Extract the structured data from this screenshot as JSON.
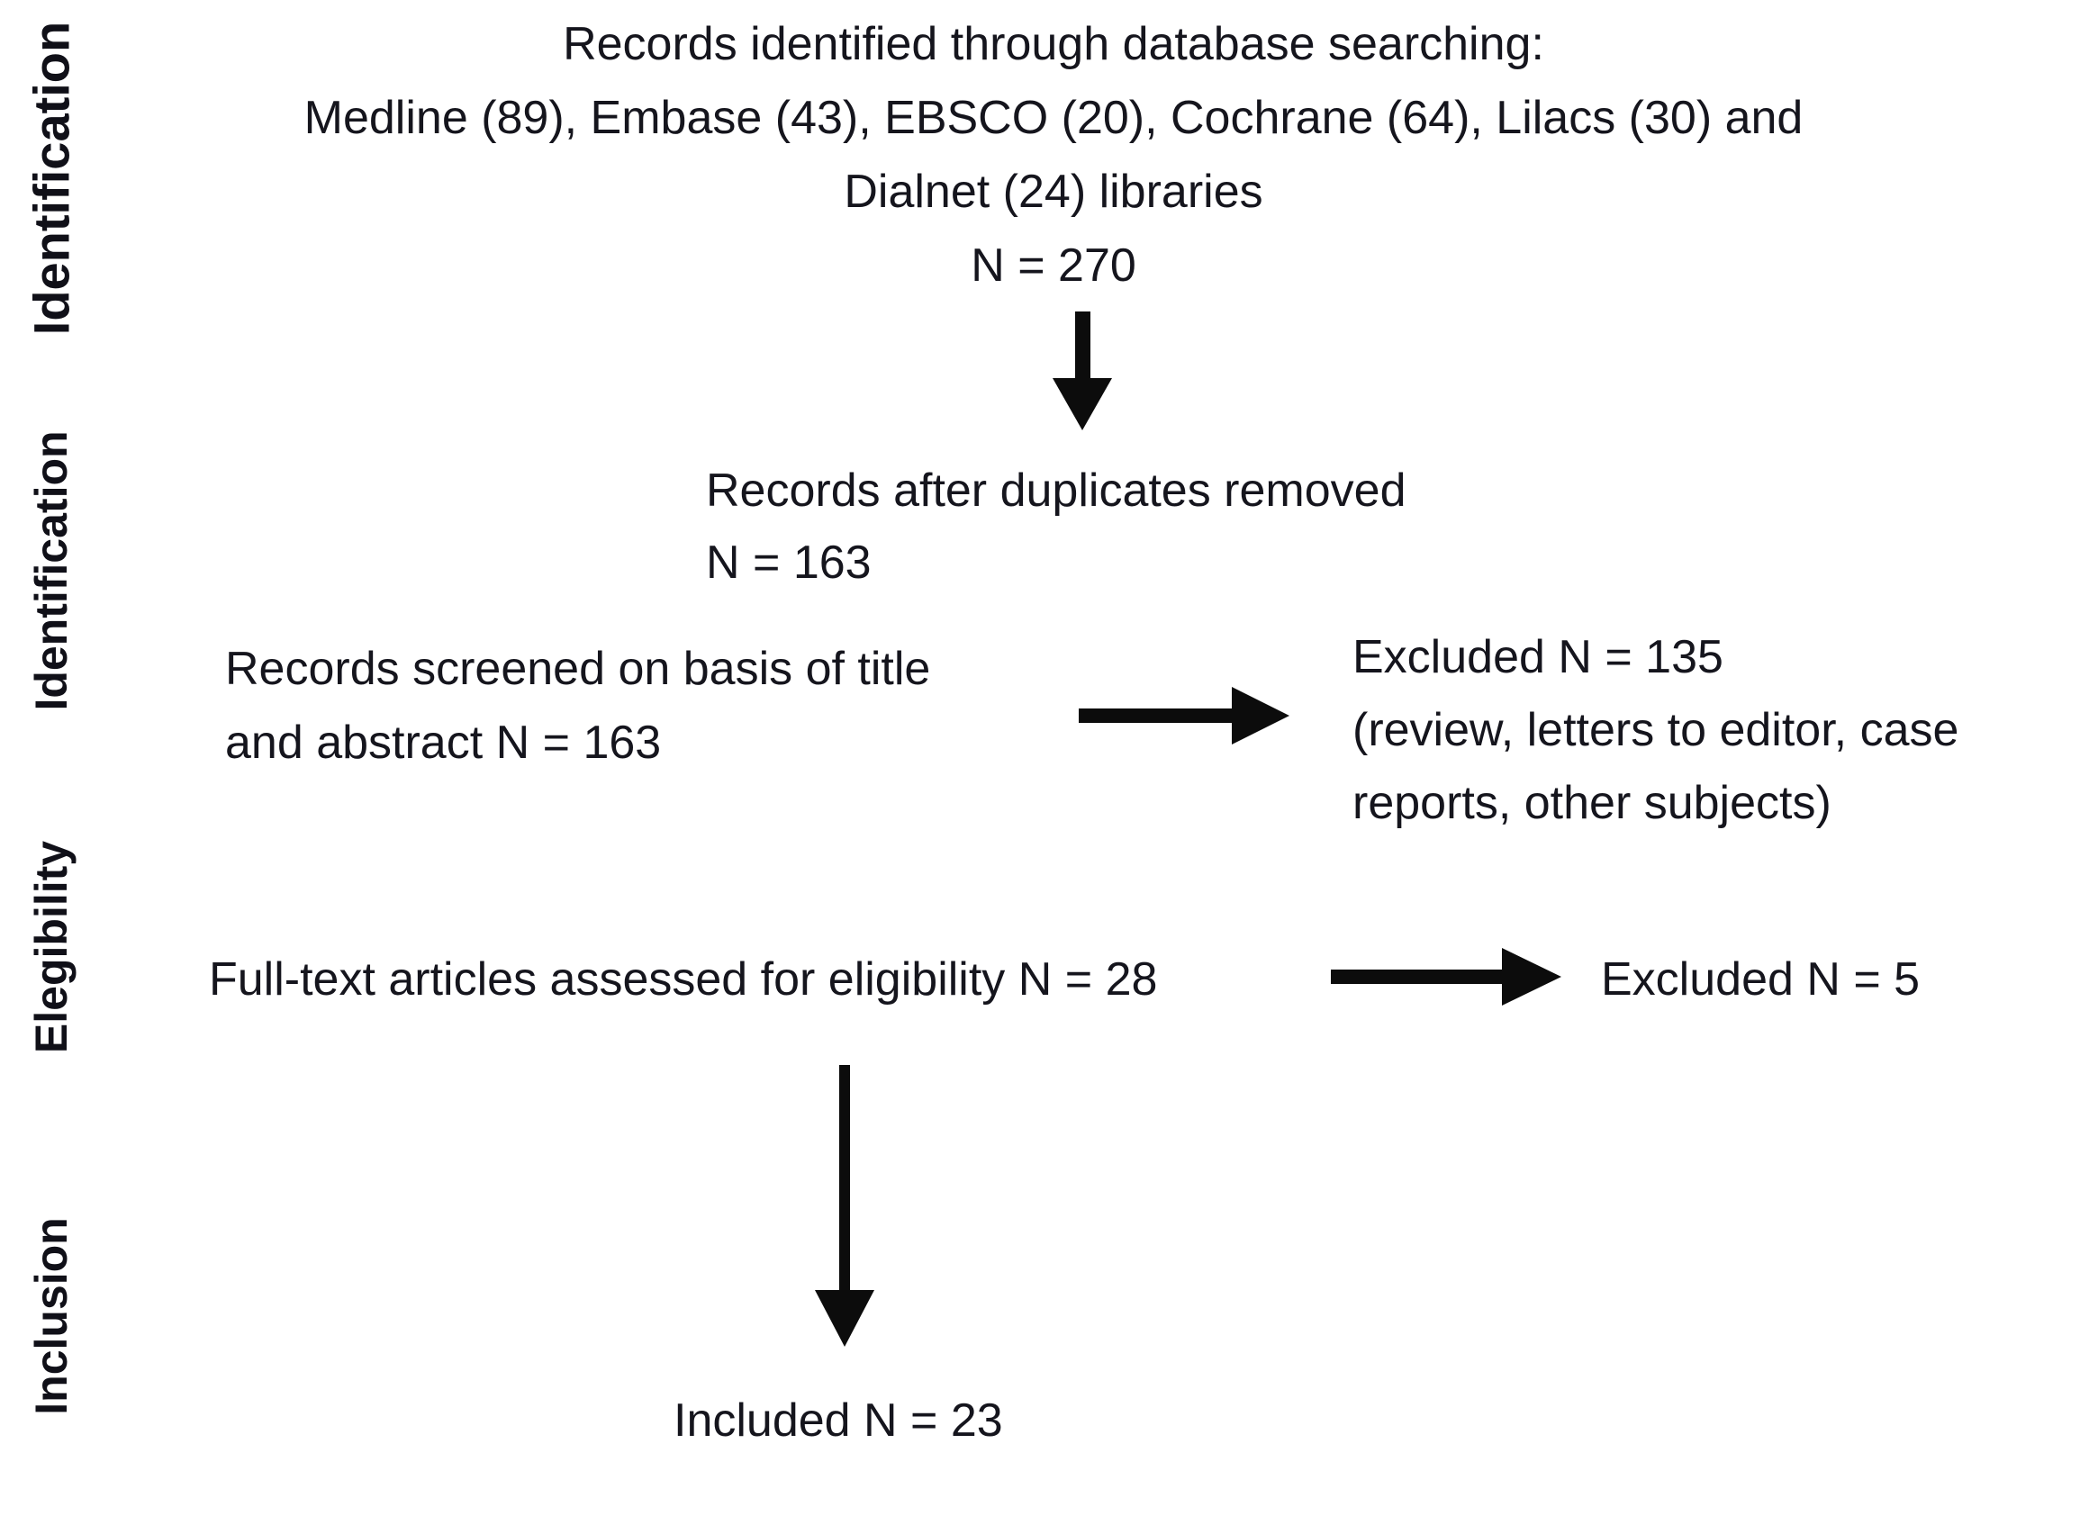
{
  "diagram_title": "PRISMA-style study selection flow diagram",
  "stages": [
    {
      "label": "Identification"
    },
    {
      "label": "Identification"
    },
    {
      "label": "Elegibility"
    },
    {
      "label": "Inclusion"
    }
  ],
  "nodes": {
    "identified": {
      "lines": [
        "Records identified through database searching:",
        "Medline (89), Embase (43), EBSCO (20), Cochrane (64), Lilacs (30) and",
        "Dialnet (24) libraries",
        "N = 270"
      ]
    },
    "deduplicated": {
      "lines": [
        "Records after duplicates removed",
        "N = 163"
      ]
    },
    "screened": {
      "lines": [
        "Records screened on basis of title",
        "and abstract N = 163"
      ]
    },
    "excluded_screening": {
      "lines": [
        "Excluded N = 135",
        "(review, letters to editor, case",
        "reports, other subjects)"
      ]
    },
    "fulltext": {
      "lines": [
        "Full-text articles assessed for eligibility N = 28"
      ]
    },
    "excluded_fulltext": {
      "lines": [
        "Excluded N = 5"
      ]
    },
    "included": {
      "lines": [
        "Included N = 23"
      ]
    }
  },
  "counts": {
    "medline": 89,
    "embase": 43,
    "ebsco": 20,
    "cochrane": 64,
    "lilacs": 30,
    "dialnet": 24,
    "identified_total": 270,
    "after_duplicates": 163,
    "screened": 163,
    "excluded_screening": 135,
    "fulltext_assessed": 28,
    "excluded_fulltext": 5,
    "included": 23
  },
  "icons": {
    "down_arrow": "↓",
    "right_arrow": "→"
  },
  "colors": {
    "background": "#ffffff",
    "text": "#15151d",
    "arrow": "#0c0c0c"
  }
}
